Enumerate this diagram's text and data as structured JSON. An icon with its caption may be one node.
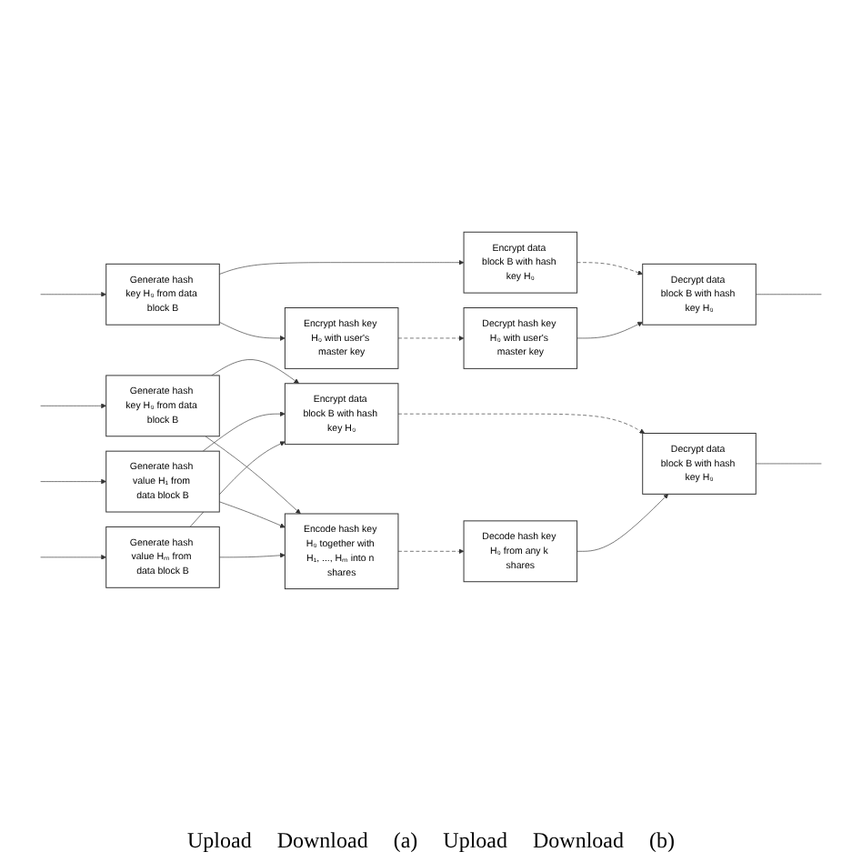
{
  "diagram": {
    "nodes": [
      {
        "text": [
          "Generate hash key H₀ from data block B"
        ]
      },
      {
        "text": [
          "Encrypt data block B with hash key H₀"
        ]
      },
      {
        "text": [
          "Encrypt hash key H₀ with user's master key"
        ]
      },
      {
        "text": [
          "Decrypt hash key H₀ with user's master key"
        ]
      },
      {
        "text": [
          "Decrypt data block B with hash key H₀"
        ]
      },
      {
        "text": [
          "Generate hash key H₀ from data block B"
        ]
      },
      {
        "text": [
          "Generate hash value H₁ from data block B"
        ]
      },
      {
        "text": [
          "Generate hash value Hₘ from data block B"
        ]
      },
      {
        "text": [
          "Encrypt data block B with hash key H₀"
        ]
      },
      {
        "text": [
          "Encode hash key H₀ together with H₁, ..., Hₘ into n shares"
        ]
      },
      {
        "text": [
          "Decode hash key H₀ from any k shares"
        ]
      },
      {
        "text": [
          "Decrypt data block B with hash key H₀"
        ]
      }
    ],
    "edges": [
      {
        "from": null,
        "to": 0,
        "arrow": "to"
      },
      {
        "from": 0,
        "to": 1,
        "arrow": "to"
      },
      {
        "from": 0,
        "to": 2,
        "arrow": "to"
      },
      {
        "from": 1,
        "to": 4,
        "arrow": "to",
        "style": "dashed"
      },
      {
        "from": 2,
        "to": 3,
        "arrow": "to",
        "style": "dashed"
      },
      {
        "from": 3,
        "to": 4,
        "arrow": "to"
      },
      {
        "from": 4,
        "to": null,
        "arrow": "none"
      },
      {
        "from": null,
        "to": 5,
        "arrow": "to"
      },
      {
        "from": null,
        "to": 6,
        "arrow": "to"
      },
      {
        "from": null,
        "to": 7,
        "arrow": "to"
      },
      {
        "from": 5,
        "to": 8,
        "arrow": "to"
      },
      {
        "from": 5,
        "to": 9,
        "arrow": "to"
      },
      {
        "from": 6,
        "to": 8,
        "arrow": "to"
      },
      {
        "from": 6,
        "to": 9,
        "arrow": "to"
      },
      {
        "from": 7,
        "to": 8,
        "arrow": "to"
      },
      {
        "from": 7,
        "to": 9,
        "arrow": "to"
      },
      {
        "from": 8,
        "to": 11,
        "arrow": "to",
        "style": "dashed"
      },
      {
        "from": 9,
        "to": 10,
        "arrow": "to",
        "style": "dashed"
      },
      {
        "from": 10,
        "to": 11,
        "arrow": "to"
      },
      {
        "from": 11,
        "to": null,
        "arrow": "none"
      }
    ],
    "labels": [
      "Upload",
      "Download",
      "(a)",
      "Upload",
      "Download",
      "(b)"
    ]
  }
}
